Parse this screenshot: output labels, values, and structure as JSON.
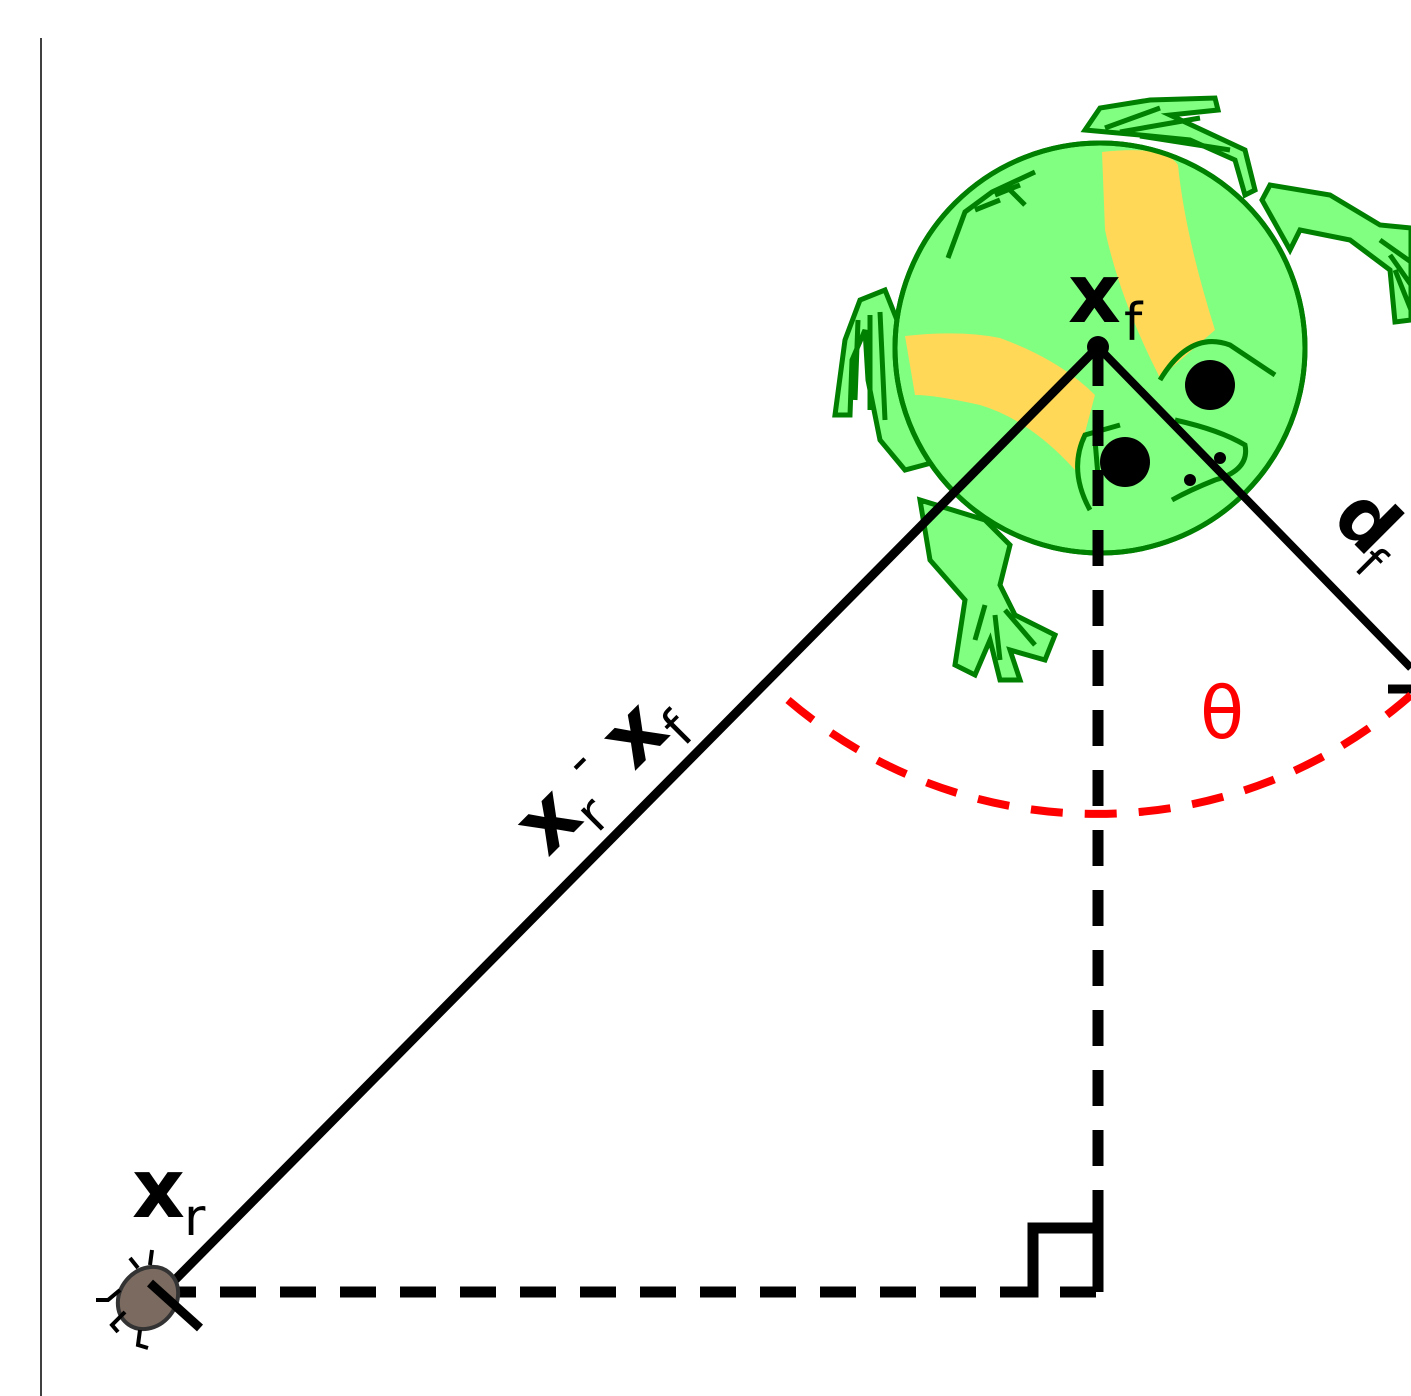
{
  "labels": {
    "frog_position": {
      "main": "x",
      "sub": "f"
    },
    "prey_position": {
      "main": "x",
      "sub": "r"
    },
    "difference_vector": {
      "first_main": "x",
      "first_sub": "r",
      "operator": "-",
      "second_main": "x",
      "second_sub": "f"
    },
    "heading_vector": {
      "main": "d",
      "sub": "f"
    },
    "angle": "θ"
  },
  "colors": {
    "line": "#000000",
    "angle_arc": "#ff0000",
    "frog_body": "#80ff80",
    "frog_outline": "#008000",
    "frog_stripes": "#ffd858",
    "prey_body": "#7a6a60"
  },
  "icons": {
    "frog": "frog-icon",
    "prey": "bug-icon",
    "right_angle": "right-angle-marker"
  }
}
